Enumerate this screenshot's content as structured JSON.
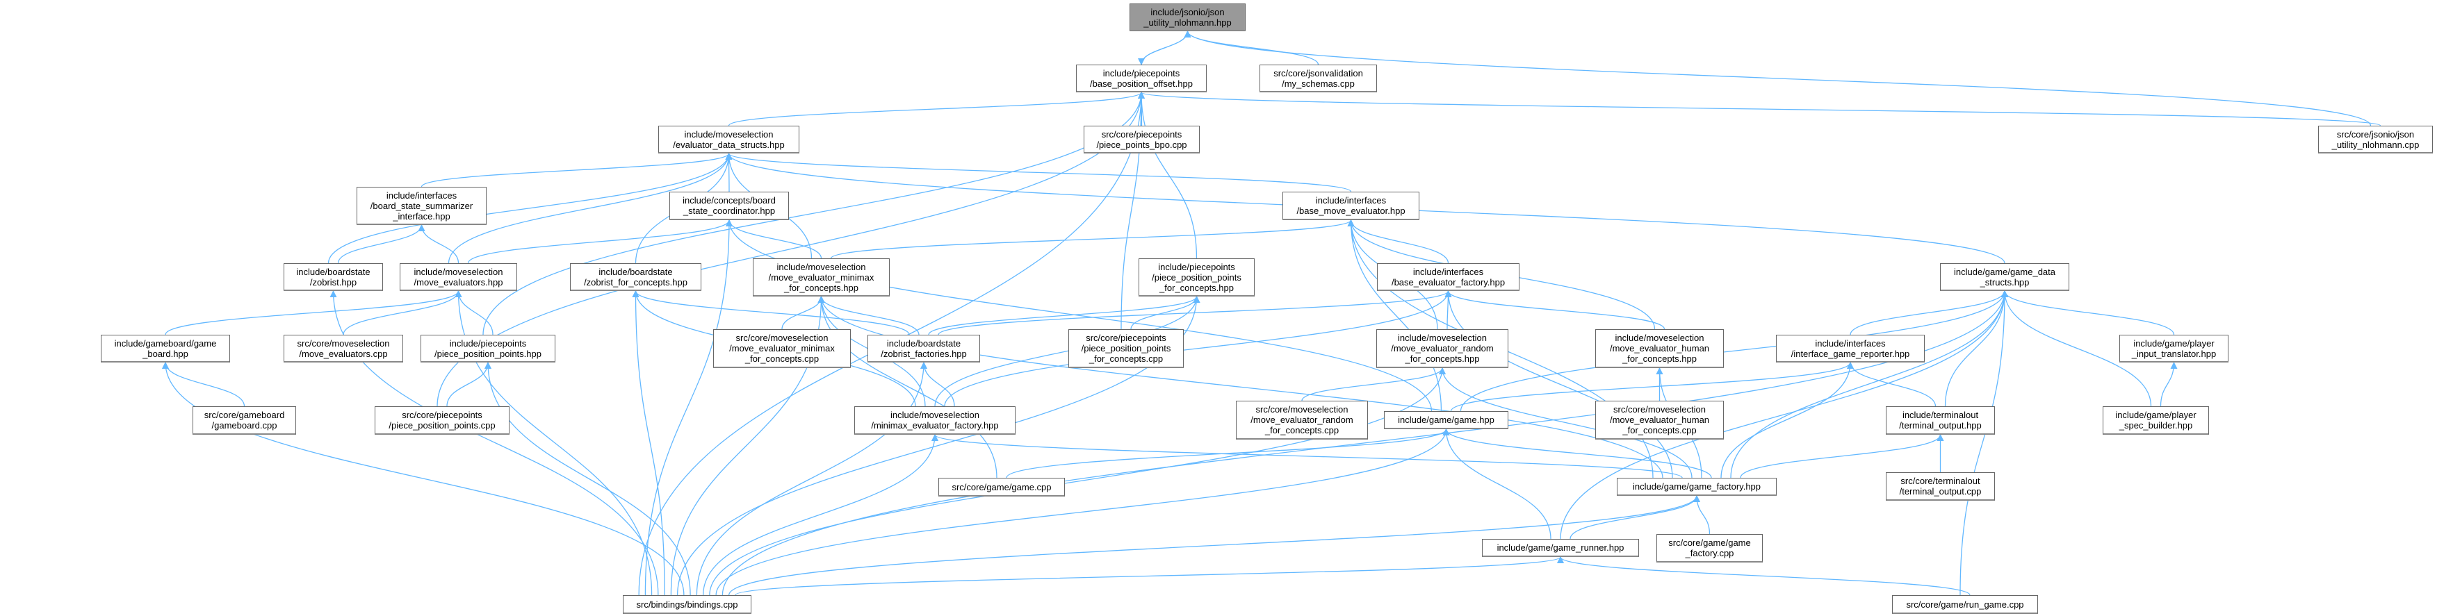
{
  "colors": {
    "edge": "#63b8ff",
    "current_node": "#999999",
    "node_border": "#666666"
  },
  "current_node": "json_hpp",
  "nodes": {
    "json_hpp": {
      "lines": [
        "include/jsonio/json",
        "_utility_nlohmann.hpp"
      ]
    },
    "bpo_hpp": {
      "lines": [
        "include/piecepoints",
        "/base_position_offset.hpp"
      ]
    },
    "my_schemas": {
      "lines": [
        "src/core/jsonvalidation",
        "/my_schemas.cpp"
      ]
    },
    "bpo_cpp": {
      "lines": [
        "src/core/piecepoints",
        "/piece_points_bpo.cpp"
      ]
    },
    "json_cpp": {
      "lines": [
        "src/core/jsonio/json",
        "_utility_nlohmann.cpp"
      ]
    },
    "eds": {
      "lines": [
        "include/moveselection",
        "/evaluator_data_structs.hpp"
      ]
    },
    "summarizer": {
      "lines": [
        "include/interfaces",
        "/board_state_summarizer",
        "_interface.hpp"
      ]
    },
    "coordinator": {
      "lines": [
        "include/concepts/board",
        "_state_coordinator.hpp"
      ]
    },
    "bme": {
      "lines": [
        "include/interfaces",
        "/base_move_evaluator.hpp"
      ]
    },
    "zobrist": {
      "lines": [
        "include/boardstate",
        "/zobrist.hpp"
      ]
    },
    "mev_hpp": {
      "lines": [
        "include/moveselection",
        "/move_evaluators.hpp"
      ]
    },
    "zfc": {
      "lines": [
        "include/boardstate",
        "/zobrist_for_concepts.hpp"
      ]
    },
    "mmfc_hpp": {
      "lines": [
        "include/moveselection",
        "/move_evaluator_minimax",
        "_for_concepts.hpp"
      ]
    },
    "pppfc_hpp": {
      "lines": [
        "include/piecepoints",
        "/piece_position_points",
        "_for_concepts.hpp"
      ]
    },
    "bef": {
      "lines": [
        "include/interfaces",
        "/base_evaluator_factory.hpp"
      ]
    },
    "gds": {
      "lines": [
        "include/game/game_data",
        "_structs.hpp"
      ]
    },
    "gameboard": {
      "lines": [
        "include/gameboard/game",
        "_board.hpp"
      ]
    },
    "mev_cpp": {
      "lines": [
        "src/core/moveselection",
        "/move_evaluators.cpp"
      ]
    },
    "ppp_hpp": {
      "lines": [
        "include/piecepoints",
        "/piece_position_points.hpp"
      ]
    },
    "mmfc_cpp": {
      "lines": [
        "src/core/moveselection",
        "/move_evaluator_minimax",
        "_for_concepts.cpp"
      ]
    },
    "zf": {
      "lines": [
        "include/boardstate",
        "/zobrist_factories.hpp"
      ]
    },
    "pppfc_cpp": {
      "lines": [
        "src/core/piecepoints",
        "/piece_position_points",
        "_for_concepts.cpp"
      ]
    },
    "rfc_hpp": {
      "lines": [
        "include/moveselection",
        "/move_evaluator_random",
        "_for_concepts.hpp"
      ]
    },
    "hfc_hpp": {
      "lines": [
        "include/moveselection",
        "/move_evaluator_human",
        "_for_concepts.hpp"
      ]
    },
    "reporter": {
      "lines": [
        "include/interfaces",
        "/interface_game_reporter.hpp"
      ]
    },
    "input_tr": {
      "lines": [
        "include/game/player",
        "_input_translator.hpp"
      ]
    },
    "gameboard_cpp": {
      "lines": [
        "src/core/gameboard",
        "/gameboard.cpp"
      ]
    },
    "ppp_cpp": {
      "lines": [
        "src/core/piecepoints",
        "/piece_position_points.cpp"
      ]
    },
    "mef": {
      "lines": [
        "include/moveselection",
        "/minimax_evaluator_factory.hpp"
      ]
    },
    "rfc_cpp": {
      "lines": [
        "src/core/moveselection",
        "/move_evaluator_random",
        "_for_concepts.cpp"
      ]
    },
    "game_hpp": {
      "lines": [
        "include/game/game.hpp"
      ]
    },
    "hfc_cpp": {
      "lines": [
        "src/core/moveselection",
        "/move_evaluator_human",
        "_for_concepts.cpp"
      ]
    },
    "to_hpp": {
      "lines": [
        "include/terminalout",
        "/terminal_output.hpp"
      ]
    },
    "spec": {
      "lines": [
        "include/game/player",
        "_spec_builder.hpp"
      ]
    },
    "game_cpp": {
      "lines": [
        "src/core/game/game.cpp"
      ]
    },
    "gf_hpp": {
      "lines": [
        "include/game/game_factory.hpp"
      ]
    },
    "to_cpp": {
      "lines": [
        "src/core/terminalout",
        "/terminal_output.cpp"
      ]
    },
    "runner": {
      "lines": [
        "include/game/game_runner.hpp"
      ]
    },
    "gf_cpp": {
      "lines": [
        "src/core/game/game",
        "_factory.cpp"
      ]
    },
    "bindings": {
      "lines": [
        "src/bindings/bindings.cpp"
      ]
    },
    "run_game": {
      "lines": [
        "src/core/game/run_game.cpp"
      ]
    }
  },
  "edges": [
    [
      "bpo_hpp",
      "json_hpp"
    ],
    [
      "json_hpp",
      "bpo_hpp"
    ],
    [
      "my_schemas",
      "json_hpp"
    ],
    [
      "json_cpp",
      "json_hpp"
    ],
    [
      "json_cpp",
      "bpo_hpp"
    ],
    [
      "eds",
      "bpo_hpp"
    ],
    [
      "bpo_cpp",
      "bpo_hpp"
    ],
    [
      "ppp_hpp",
      "bpo_hpp"
    ],
    [
      "ppp_cpp",
      "bpo_hpp"
    ],
    [
      "pppfc_hpp",
      "bpo_hpp"
    ],
    [
      "pppfc_cpp",
      "bpo_hpp"
    ],
    [
      "bindings",
      "bpo_hpp"
    ],
    [
      "summarizer",
      "eds"
    ],
    [
      "zobrist",
      "eds"
    ],
    [
      "mev_hpp",
      "eds"
    ],
    [
      "coordinator",
      "eds"
    ],
    [
      "zfc",
      "eds"
    ],
    [
      "mmfc_hpp",
      "eds"
    ],
    [
      "bme",
      "eds"
    ],
    [
      "gds",
      "eds"
    ],
    [
      "zobrist",
      "summarizer"
    ],
    [
      "mev_hpp",
      "summarizer"
    ],
    [
      "mev_hpp",
      "coordinator"
    ],
    [
      "mmfc_hpp",
      "coordinator"
    ],
    [
      "bindings",
      "coordinator"
    ],
    [
      "game_hpp",
      "coordinator"
    ],
    [
      "mmfc_hpp",
      "bme"
    ],
    [
      "rfc_hpp",
      "bme"
    ],
    [
      "hfc_hpp",
      "bme"
    ],
    [
      "bef",
      "bme"
    ],
    [
      "game_hpp",
      "bme"
    ],
    [
      "gf_hpp",
      "bme"
    ],
    [
      "gameboard",
      "mev_hpp"
    ],
    [
      "mev_cpp",
      "mev_hpp"
    ],
    [
      "ppp_hpp",
      "mev_hpp"
    ],
    [
      "bindings",
      "mev_hpp"
    ],
    [
      "bindings",
      "zobrist"
    ],
    [
      "zf",
      "zfc"
    ],
    [
      "mef",
      "zfc"
    ],
    [
      "bindings",
      "zfc"
    ],
    [
      "mmfc_cpp",
      "mmfc_hpp"
    ],
    [
      "zf",
      "mmfc_hpp"
    ],
    [
      "mef",
      "mmfc_hpp"
    ],
    [
      "game_cpp",
      "mmfc_hpp"
    ],
    [
      "bindings",
      "mmfc_hpp"
    ],
    [
      "gf_hpp",
      "mmfc_hpp"
    ],
    [
      "pppfc_cpp",
      "pppfc_hpp"
    ],
    [
      "zf",
      "pppfc_hpp"
    ],
    [
      "mef",
      "pppfc_hpp"
    ],
    [
      "bindings",
      "pppfc_hpp"
    ],
    [
      "zf",
      "bef"
    ],
    [
      "mef",
      "bef"
    ],
    [
      "rfc_hpp",
      "bef"
    ],
    [
      "hfc_hpp",
      "bef"
    ],
    [
      "gf_hpp",
      "bef"
    ],
    [
      "gameboard_cpp",
      "gameboard"
    ],
    [
      "bindings",
      "gameboard"
    ],
    [
      "ppp_cpp",
      "ppp_hpp"
    ],
    [
      "bindings",
      "ppp_hpp"
    ],
    [
      "mef",
      "zf"
    ],
    [
      "bindings",
      "zf"
    ],
    [
      "bindings",
      "mef"
    ],
    [
      "gf_hpp",
      "mef"
    ],
    [
      "rfc_cpp",
      "rfc_hpp"
    ],
    [
      "gf_hpp",
      "rfc_hpp"
    ],
    [
      "bindings",
      "rfc_hpp"
    ],
    [
      "hfc_cpp",
      "hfc_hpp"
    ],
    [
      "gf_hpp",
      "hfc_hpp"
    ],
    [
      "game_cpp",
      "game_hpp"
    ],
    [
      "gf_hpp",
      "game_hpp"
    ],
    [
      "runner",
      "game_hpp"
    ],
    [
      "bindings",
      "game_hpp"
    ],
    [
      "game_hpp",
      "reporter"
    ],
    [
      "gf_hpp",
      "reporter"
    ],
    [
      "to_hpp",
      "reporter"
    ],
    [
      "reporter",
      "gds"
    ],
    [
      "to_hpp",
      "gds"
    ],
    [
      "input_tr",
      "gds"
    ],
    [
      "spec",
      "gds"
    ],
    [
      "gf_hpp",
      "gds"
    ],
    [
      "game_hpp",
      "gds"
    ],
    [
      "runner",
      "gds"
    ],
    [
      "bindings",
      "gds"
    ],
    [
      "run_game",
      "gds"
    ],
    [
      "spec",
      "input_tr"
    ],
    [
      "to_cpp",
      "to_hpp"
    ],
    [
      "gf_hpp",
      "to_hpp"
    ],
    [
      "runner",
      "gf_hpp"
    ],
    [
      "gf_cpp",
      "gf_hpp"
    ],
    [
      "bindings",
      "gf_hpp"
    ],
    [
      "bindings",
      "runner"
    ],
    [
      "run_game",
      "runner"
    ]
  ]
}
